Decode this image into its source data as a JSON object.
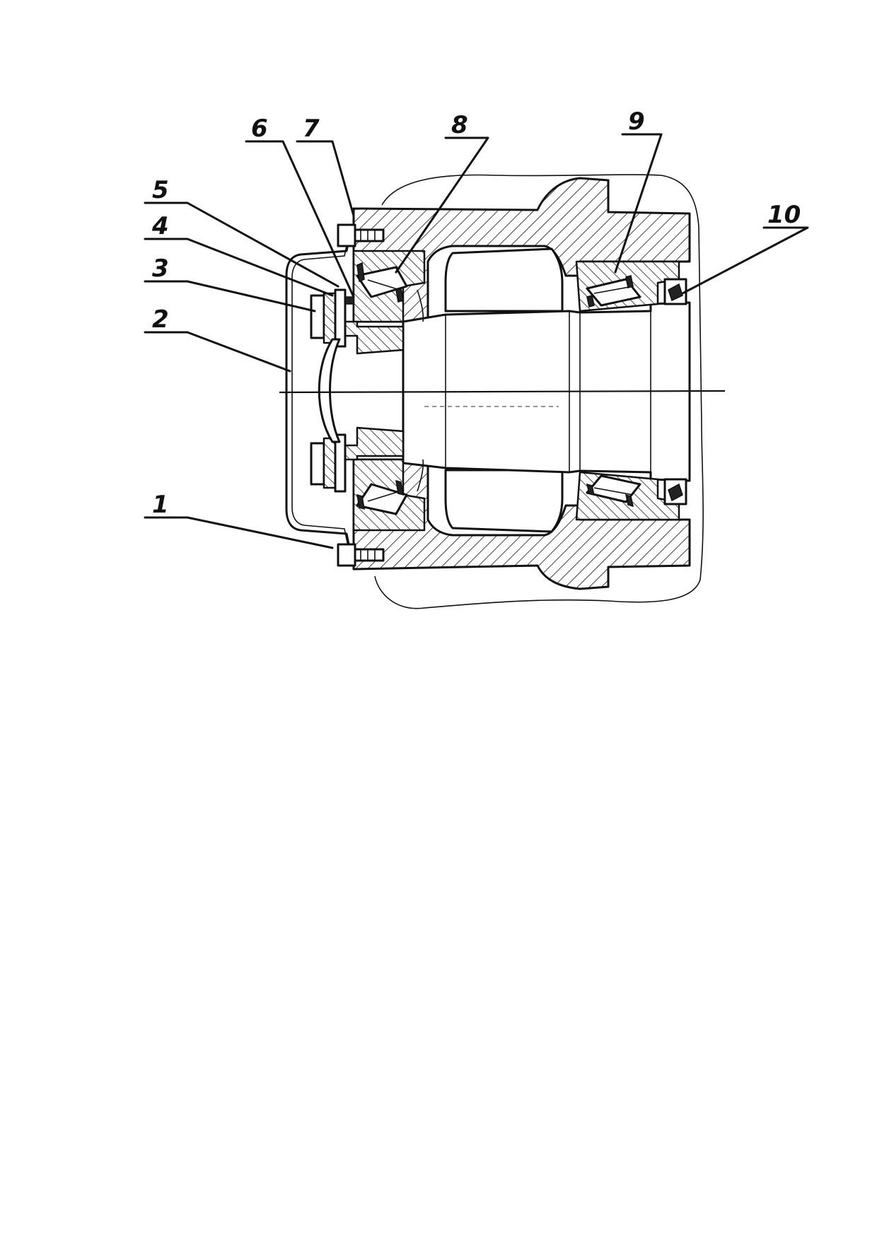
{
  "drawing": {
    "callouts": [
      {
        "id": "1",
        "label": "1"
      },
      {
        "id": "2",
        "label": "2"
      },
      {
        "id": "3",
        "label": "3"
      },
      {
        "id": "4",
        "label": "4"
      },
      {
        "id": "5",
        "label": "5"
      },
      {
        "id": "6",
        "label": "6"
      },
      {
        "id": "7",
        "label": "7"
      },
      {
        "id": "8",
        "label": "8"
      },
      {
        "id": "9",
        "label": "9"
      },
      {
        "id": "10",
        "label": "10"
      }
    ]
  }
}
